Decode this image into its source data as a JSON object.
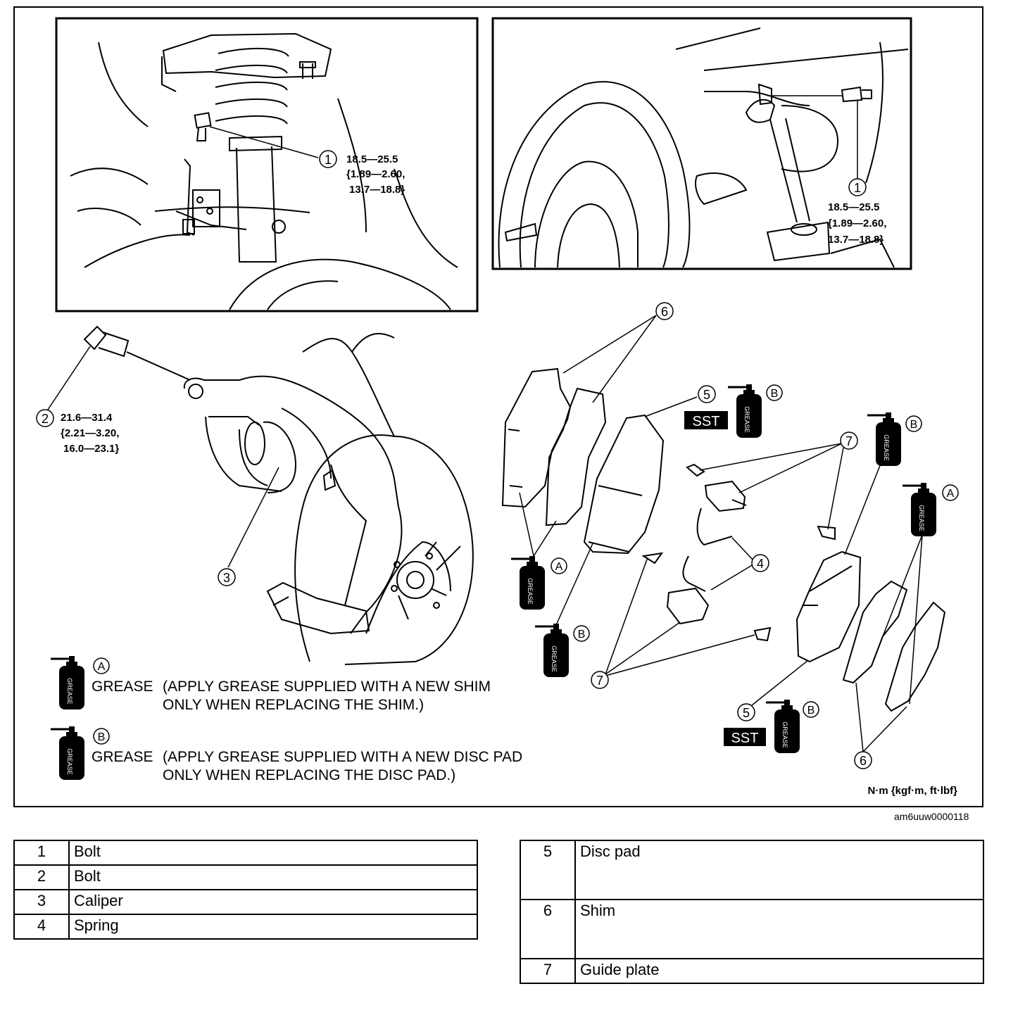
{
  "callouts": {
    "c1": "1",
    "c2": "2",
    "c3": "3",
    "c4": "4",
    "c5": "5",
    "c6": "6",
    "c7": "7",
    "gA": "A",
    "gB": "B"
  },
  "torque": {
    "bolt1_line1": "18.5—25.5",
    "bolt1_line2": "{1.89—2.60,",
    "bolt1_line3": "13.7—18.8}",
    "bolt2_line1": "21.6—31.4",
    "bolt2_line2": "{2.21—3.20,",
    "bolt2_line3": "16.0—23.1}"
  },
  "labels": {
    "sst": "SST",
    "grease_can": "GREASE",
    "unit": "N·m {kgf·m, ft·lbf}",
    "figure_code": "am6uuw0000118"
  },
  "legend": {
    "a_word": "GREASE",
    "a_line1": "(APPLY GREASE SUPPLIED WITH A NEW SHIM",
    "a_line2": "ONLY WHEN REPLACING THE SHIM.)",
    "b_word": "GREASE",
    "b_line1": "(APPLY GREASE SUPPLIED WITH A NEW DISC PAD",
    "b_line2": "ONLY WHEN REPLACING THE DISC PAD.)"
  },
  "parts_left": [
    {
      "num": "1",
      "name": "Bolt"
    },
    {
      "num": "2",
      "name": "Bolt"
    },
    {
      "num": "3",
      "name": "Caliper"
    },
    {
      "num": "4",
      "name": "Spring"
    }
  ],
  "parts_right": [
    {
      "num": "5",
      "name": "Disc pad"
    },
    {
      "num": "6",
      "name": "Shim"
    },
    {
      "num": "7",
      "name": "Guide plate"
    }
  ]
}
